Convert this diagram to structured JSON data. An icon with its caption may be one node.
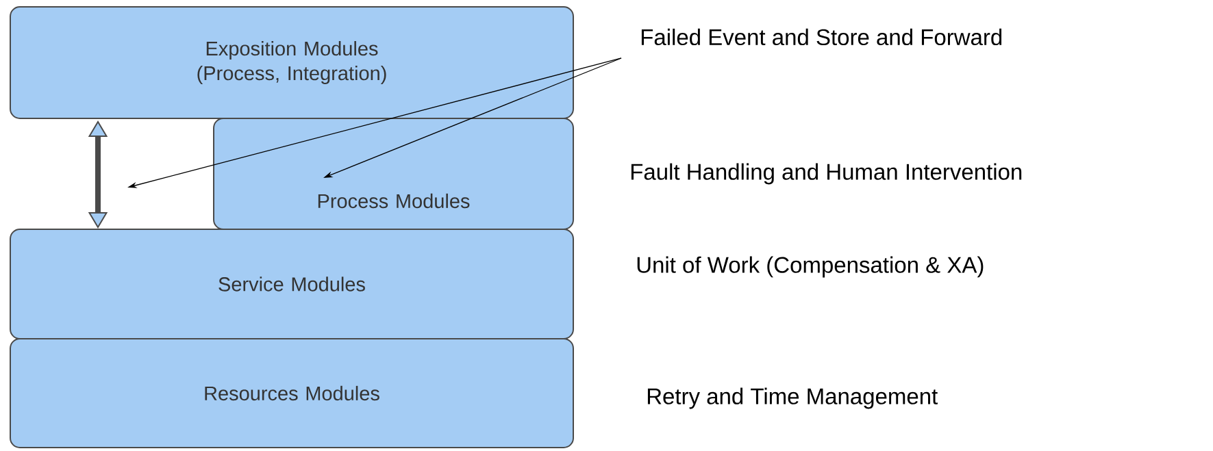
{
  "diagram": {
    "nodes": [
      {
        "text": [
          "Exposition Modules (Process, Integration)"
        ]
      },
      {
        "text": [
          "Process Modules"
        ]
      },
      {
        "text": [
          "Service Modules"
        ]
      },
      {
        "text": [
          "Resources Modules"
        ]
      },
      {
        "text": [
          "Failed Event and Store and Forward"
        ]
      }
    ],
    "edges": [
      {
        "from": 0,
        "to": 2,
        "arrow": "both",
        "style": "thick"
      },
      {
        "from": 4,
        "to": null,
        "arrow": "to"
      },
      {
        "from": 4,
        "to": 1,
        "arrow": "to"
      }
    ],
    "labels": [
      "Fault Handling and Human Intervention",
      "Unit of Work (Compensation & XA)",
      "Retry and Time Management"
    ]
  }
}
